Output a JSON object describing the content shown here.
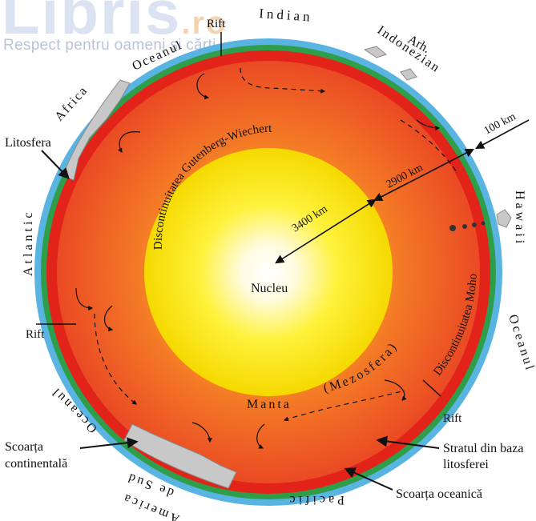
{
  "watermark": {
    "logo": "Libris",
    "logo_suffix": ".ro",
    "tagline": "Respect pentru oameni și cărți"
  },
  "labels": {
    "nucleu": "Nucleu",
    "manta": "Manta",
    "mezosfera": "(Mezosfera)",
    "litosfera": "Litosfera",
    "rift_top": "Rift",
    "rift_left": "Rift",
    "rift_right": "Rift",
    "africa": "Africa",
    "oceanul_indian_1": "Oceanul",
    "oceanul_indian_2": "Indian",
    "arh_indonezian_1": "Arh.",
    "arh_indonezian_2": "Indonezian",
    "hawaii": "Hawaii",
    "oceanul_pacific_1": "Oceanul",
    "oceanul_pacific_2": "Pacific",
    "atlantic": "Atlantic",
    "oceanul_atlantic": "Oceanul",
    "america_1": "America",
    "america_2": "de Sud",
    "scoarta_continentala_1": "Scoarța",
    "scoarta_continentala_2": "continentală",
    "stratul_1": "Stratul din baza",
    "stratul_2": "litosferei",
    "scoarta_oceanica": "Scoarța oceanică",
    "km_100": "100 km",
    "km_2900": "2900 km",
    "km_3400": "3400 km",
    "disc_gutenberg": "Discontinuitatea Gutenberg-Wiechert",
    "disc_moho": "Discontinuitatea Moho"
  },
  "colors": {
    "ocean": "#5ab4e2",
    "green_layer": "#2f9e4a",
    "lithosphere": "#e2231a",
    "mantle": "#ef5a2a",
    "core_yellow": "#f7e11a",
    "continent": "#c8c8c8"
  }
}
